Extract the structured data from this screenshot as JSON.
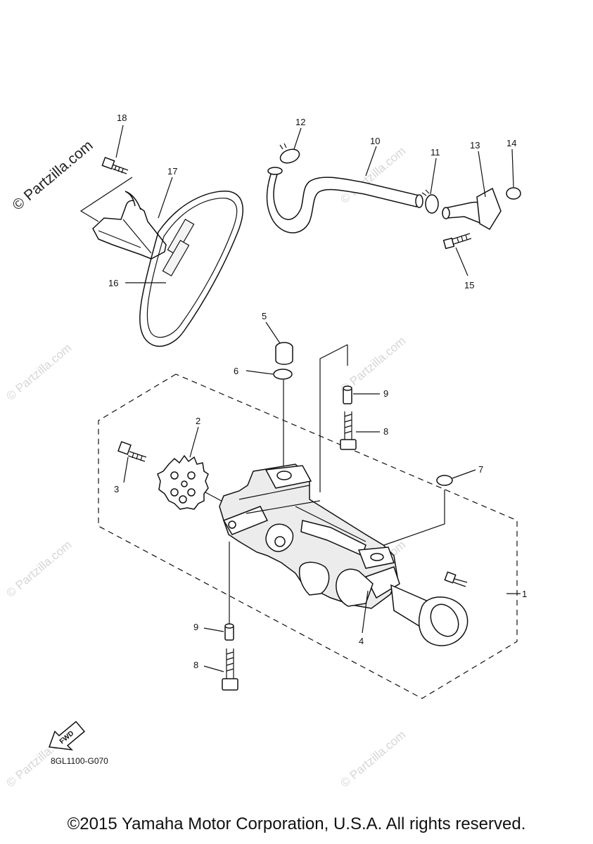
{
  "diagram": {
    "watermark_main": "© Partzilla.com",
    "watermark_faint": "© Partzilla.com",
    "figure_code": "8GL1100-G070",
    "fwd_label": "FWD",
    "copyright": "©2015 Yamaha Motor Corporation, U.S.A. All rights reserved.",
    "callouts": [
      "1",
      "2",
      "3",
      "4",
      "5",
      "6",
      "7",
      "8",
      "8",
      "9",
      "9",
      "10",
      "11",
      "12",
      "13",
      "14",
      "15",
      "16",
      "17",
      "18"
    ]
  }
}
